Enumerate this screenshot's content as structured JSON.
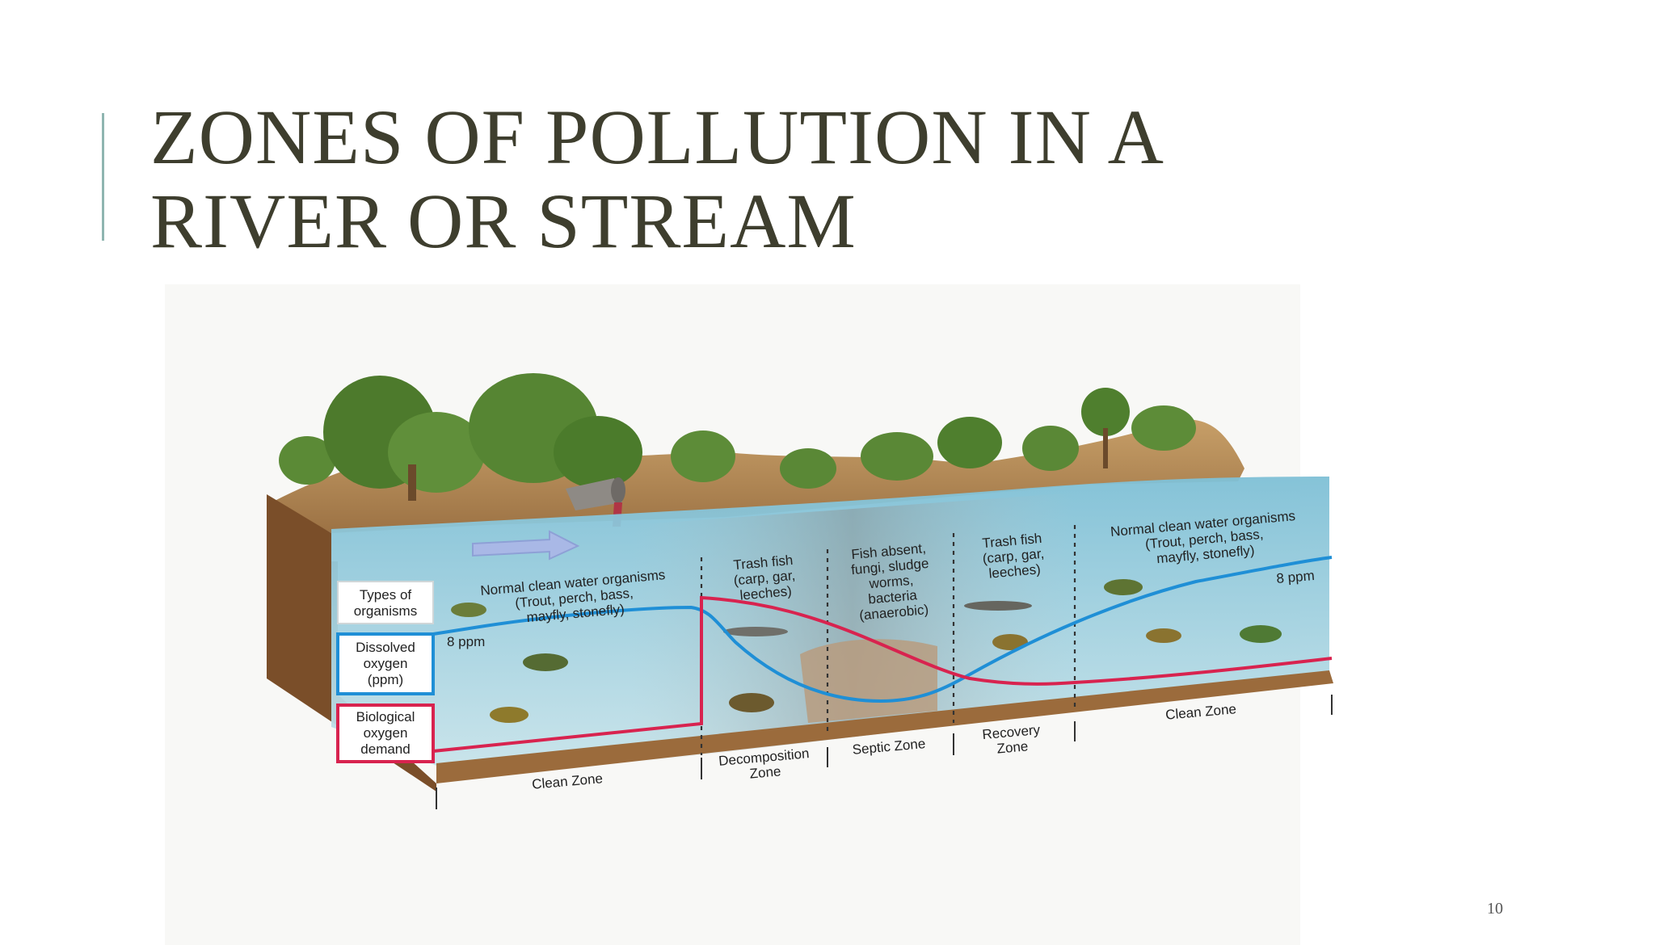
{
  "slide": {
    "title_lines": [
      "ZONES OF POLLUTION IN A",
      "RIVER OR STREAM"
    ],
    "page_number": "10"
  },
  "diagram": {
    "legend": {
      "organisms": [
        "Types of",
        "organisms"
      ],
      "oxygen": [
        "Dissolved",
        "oxygen",
        "(ppm)"
      ],
      "bod": [
        "Biological",
        "oxygen",
        "demand"
      ]
    },
    "zone_descriptions": [
      [
        "Normal clean water organisms",
        "(Trout, perch, bass,",
        "mayfly, stonefly)"
      ],
      [
        "Trash fish",
        "(carp, gar,",
        "leeches)"
      ],
      [
        "Fish absent,",
        "fungi, sludge",
        "worms,",
        "bacteria",
        "(anaerobic)"
      ],
      [
        "Trash fish",
        "(carp, gar,",
        "leeches)"
      ],
      [
        "Normal clean water organisms",
        "(Trout, perch, bass,",
        "mayfly, stonefly)"
      ]
    ],
    "oxygen_labels": [
      "8 ppm",
      "8 ppm"
    ],
    "zone_names": [
      [
        "Clean Zone"
      ],
      [
        "Decomposition",
        "Zone"
      ],
      [
        "Septic Zone"
      ],
      [
        "Recovery",
        "Zone"
      ],
      [
        "Clean Zone"
      ]
    ],
    "colors": {
      "dissolved_oxygen_line": "#1f8fd6",
      "bod_line": "#d8234f",
      "water": "#a9d4e0",
      "soil": "#8a5a32"
    },
    "icons": [
      "discharge-pipe-icon",
      "flow-arrow-icon",
      "fish-icon",
      "tree-icon"
    ]
  }
}
